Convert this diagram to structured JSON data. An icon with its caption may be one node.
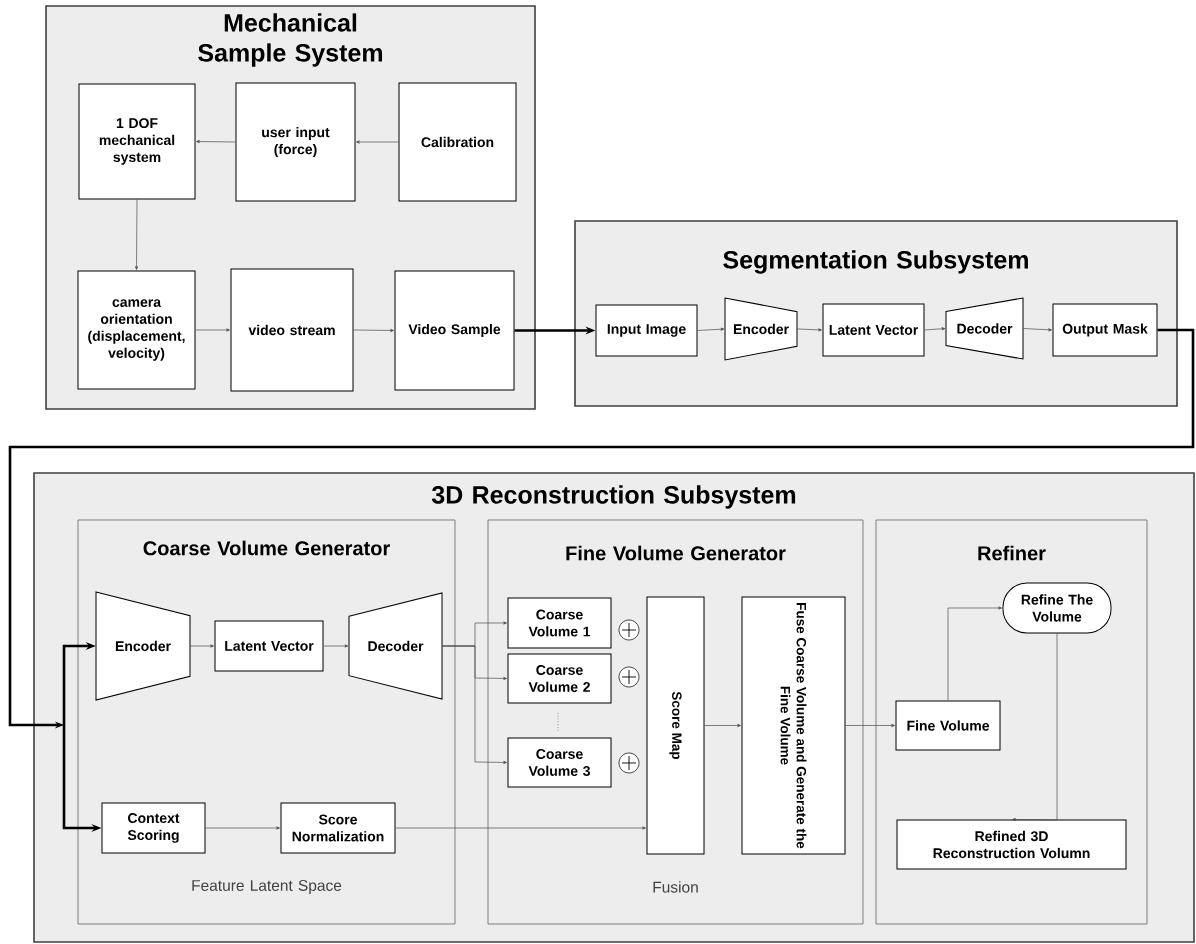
{
  "diagram": {
    "nodes": [
      {
        "text": [
          "Mechanical Sample System"
        ]
      },
      {
        "text": [
          "1 DOF mechanical system"
        ],
        "in": 0
      },
      {
        "text": [
          "user input (force)"
        ],
        "in": 0
      },
      {
        "text": [
          "Calibration"
        ],
        "in": 0
      },
      {
        "text": [
          "camera orientation (displacement, velocity)"
        ],
        "in": 0
      },
      {
        "text": [
          "video stream"
        ],
        "in": 0
      },
      {
        "text": [
          "Video Sample"
        ],
        "in": 0
      },
      {
        "text": [
          "Segmentation Subsystem"
        ]
      },
      {
        "text": [
          "Input Image"
        ],
        "in": 7
      },
      {
        "text": [
          "Encoder"
        ],
        "in": 7
      },
      {
        "text": [
          "Latent Vector"
        ],
        "in": 7
      },
      {
        "text": [
          "Decoder"
        ],
        "in": 7
      },
      {
        "text": [
          "Output Mask"
        ],
        "in": 7
      },
      {
        "text": [
          "3D Reconstruction Subsystem"
        ]
      },
      {
        "text": [
          "Coarse Volume Generator",
          "Feature Latent Space"
        ],
        "in": 13
      },
      {
        "text": [
          "Encoder"
        ],
        "in": 14
      },
      {
        "text": [
          "Latent Vector"
        ],
        "in": 14
      },
      {
        "text": [
          "Decoder"
        ],
        "in": 14
      },
      {
        "text": [
          "Context Scoring"
        ],
        "in": 14
      },
      {
        "text": [
          "Score Normalization"
        ],
        "in": 14
      },
      {
        "text": [
          "Fine Volume Generator",
          "Fusion"
        ],
        "in": 13
      },
      {
        "text": [
          "Coarse Volume 1"
        ],
        "in": 20
      },
      {
        "text": [
          "Coarse Volume 2"
        ],
        "in": 20
      },
      {
        "text": [
          "Coarse Volume 3"
        ],
        "in": 20
      },
      {
        "text": [
          "Score Map"
        ],
        "in": 20
      },
      {
        "text": [
          "Fuse Coarse Volume and Generate the Fine Volume"
        ],
        "in": 20
      },
      {
        "text": [
          "Refiner"
        ],
        "in": 13
      },
      {
        "text": [
          "Fine Volume"
        ],
        "in": 26
      },
      {
        "text": [
          "Refine The Volume"
        ],
        "in": 26
      },
      {
        "text": [
          "Refined 3D Reconstruction Volumn"
        ],
        "in": 26
      }
    ],
    "edges": [
      {
        "from": 2,
        "to": 1,
        "arrow": "to"
      },
      {
        "from": 3,
        "to": 2,
        "arrow": "to"
      },
      {
        "from": 1,
        "to": 4,
        "arrow": "to"
      },
      {
        "from": 4,
        "to": 5,
        "arrow": "to"
      },
      {
        "from": 5,
        "to": 6,
        "arrow": "to"
      },
      {
        "from": 6,
        "to": 8,
        "arrow": "to",
        "style": "thick"
      },
      {
        "from": 8,
        "to": 9,
        "arrow": "to"
      },
      {
        "from": 9,
        "to": 10,
        "arrow": "to"
      },
      {
        "from": 10,
        "to": 11,
        "arrow": "to"
      },
      {
        "from": 11,
        "to": 12,
        "arrow": "to"
      },
      {
        "from": 12,
        "to": 15,
        "arrow": "to",
        "style": "thick"
      },
      {
        "from": 12,
        "to": 18,
        "arrow": "to",
        "style": "thick"
      },
      {
        "from": 15,
        "to": 16,
        "arrow": "to"
      },
      {
        "from": 16,
        "to": 17,
        "arrow": "to"
      },
      {
        "from": 18,
        "to": 19,
        "arrow": "to"
      },
      {
        "from": 17,
        "to": 21,
        "arrow": "to"
      },
      {
        "from": 17,
        "to": 22,
        "arrow": "to"
      },
      {
        "from": 17,
        "to": 23,
        "arrow": "to"
      },
      {
        "from": 19,
        "to": 24,
        "arrow": "to"
      },
      {
        "from": 24,
        "to": 25,
        "arrow": "to"
      },
      {
        "from": 25,
        "to": 27,
        "arrow": "to"
      },
      {
        "from": 27,
        "to": 28,
        "arrow": "to"
      },
      {
        "from": 28,
        "to": 29,
        "arrow": "to"
      }
    ]
  }
}
